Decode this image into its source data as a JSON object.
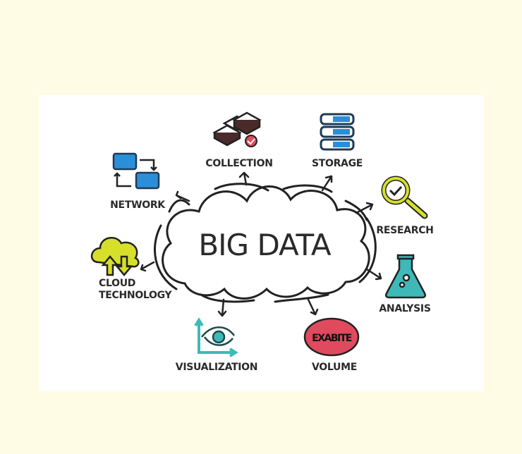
{
  "title": "BIG DATA",
  "nodes": {
    "collection": "COLLECTION",
    "storage": "STORAGE",
    "network": "NETWORK",
    "research": "RESEARCH",
    "cloud_line1": "CLOUD",
    "cloud_line2": "TECHNOLOGY",
    "analysis": "ANALYSIS",
    "visualization": "VISUALIZATION",
    "volume": "VOLUME"
  },
  "volume_badge": "EXABITE",
  "colors": {
    "background": "#fffce6",
    "panel": "#ffffff",
    "blue": "#2a8fd8",
    "yellow": "#d6df2a",
    "teal": "#3fb8b8",
    "red": "#e04a5e",
    "ink": "#222222"
  }
}
